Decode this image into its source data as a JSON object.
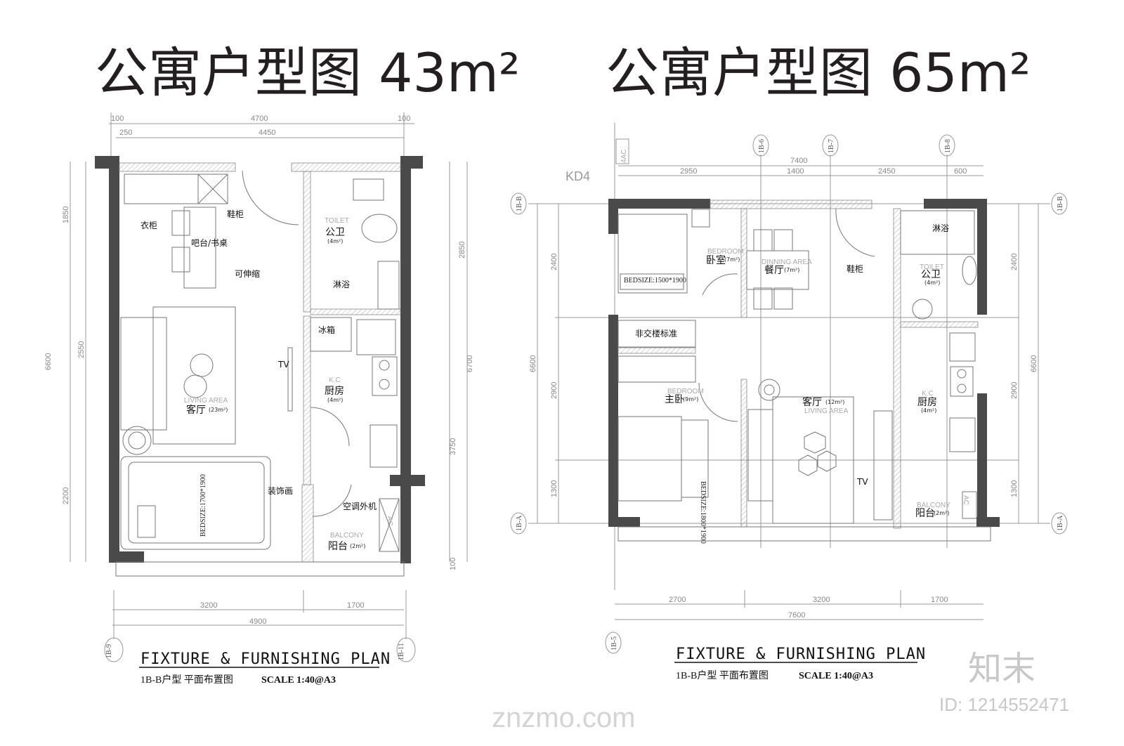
{
  "plans": [
    {
      "title": "公寓户型图 43m²",
      "dims_top": [
        "100",
        "4700",
        "100",
        "250",
        "4450"
      ],
      "dims_left": [
        "1850",
        "2550",
        "6600",
        "2200"
      ],
      "dims_right": [
        "2850",
        "6700",
        "3750",
        "100"
      ],
      "dims_bottom": [
        "3200",
        "1700",
        "4900"
      ],
      "axes": [
        "1B-9",
        "1B-11"
      ],
      "rooms": {
        "wardrobe": "衣柜",
        "shoe_cabinet": "鞋柜",
        "bar_desk": "吧台/书桌",
        "extendable": "可伸缩",
        "toilet_en": "TOILET",
        "toilet": "公卫",
        "toilet_area": "(4m²)",
        "shower": "淋浴",
        "fridge": "冰箱",
        "tv": "TV",
        "kitchen_en": "K.C",
        "kitchen": "厨房",
        "kitchen_area": "(4m²)",
        "living_en": "LIVING AREA",
        "living": "客厅",
        "living_area": "(23m²)",
        "bedsize": "BEDSIZE:1700*1900",
        "painting": "装饰画",
        "ac_unit": "空调外机",
        "ac": "AC",
        "balcony_en": "BALCONY",
        "balcony": "阳台",
        "balcony_area": "(2m²)"
      },
      "plan_title": "FIXTURE & FURNISHING PLAN",
      "caption": "1B-B户型  平面布置图",
      "scale": "SCALE  1:40@A3"
    },
    {
      "title": "公寓户型图 65m²",
      "dims_top": [
        "7400",
        "2950",
        "1400",
        "2450",
        "600"
      ],
      "dims_left": [
        "2400",
        "6600",
        "2900",
        "1300"
      ],
      "dims_right": [
        "2400",
        "6600",
        "2900",
        "1300"
      ],
      "dims_bottom": [
        "2700",
        "3200",
        "1700",
        "7600"
      ],
      "axes": [
        "1B-6",
        "1B-7",
        "1B-8",
        "1B-B",
        "1B-B",
        "1B-A",
        "1B-A",
        "1B-5"
      ],
      "labels": {
        "kd4": "KD4",
        "ac4": "4AC"
      },
      "rooms": {
        "bedroom_en": "BEDROOM",
        "bedroom": "卧室",
        "bedroom_area": "(7m²)",
        "bedsize1": "BEDSIZE:1500*1900",
        "dining_en": "DINNING AREA",
        "dining": "餐厅",
        "dining_area": "(7m²)",
        "shoe_cabinet": "鞋柜",
        "shower": "淋浴",
        "toilet_en": "TOILET",
        "toilet": "公卫",
        "toilet_area": "(4m²)",
        "non_standard": "非交楼标准",
        "master_en": "BEDROOM",
        "master": "主卧",
        "master_area": "(9m²)",
        "bedsize2": "BEDSIZE:1800*1900",
        "living": "客厅",
        "living_area": "(12m²)",
        "living_en": "LIVING AREA",
        "kitchen_en": "K.C",
        "kitchen": "厨房",
        "kitchen_area": "(4m²)",
        "tv": "TV",
        "balcony_en": "BALCONY",
        "balcony": "阳台",
        "balcony_area": "(2m²)",
        "ac": "AC"
      },
      "plan_title": "FIXTURE & FURNISHING PLAN",
      "caption": "1B-B户型  平面布置图",
      "scale": "SCALE  1:40@A3"
    }
  ],
  "watermark": {
    "logo": "知末",
    "id": "ID: 1214552471",
    "site": "znzmo.com"
  }
}
